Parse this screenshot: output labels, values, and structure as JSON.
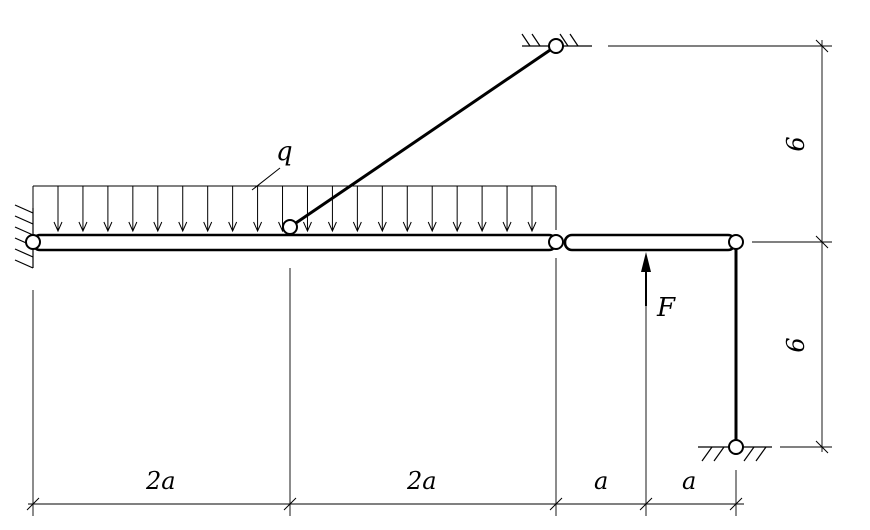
{
  "load_label": "q",
  "force_label": "F",
  "horizontal_dimensions": [
    "2a",
    "2a",
    "a",
    "a"
  ],
  "vertical_dimensions": [
    "6",
    "6"
  ]
}
